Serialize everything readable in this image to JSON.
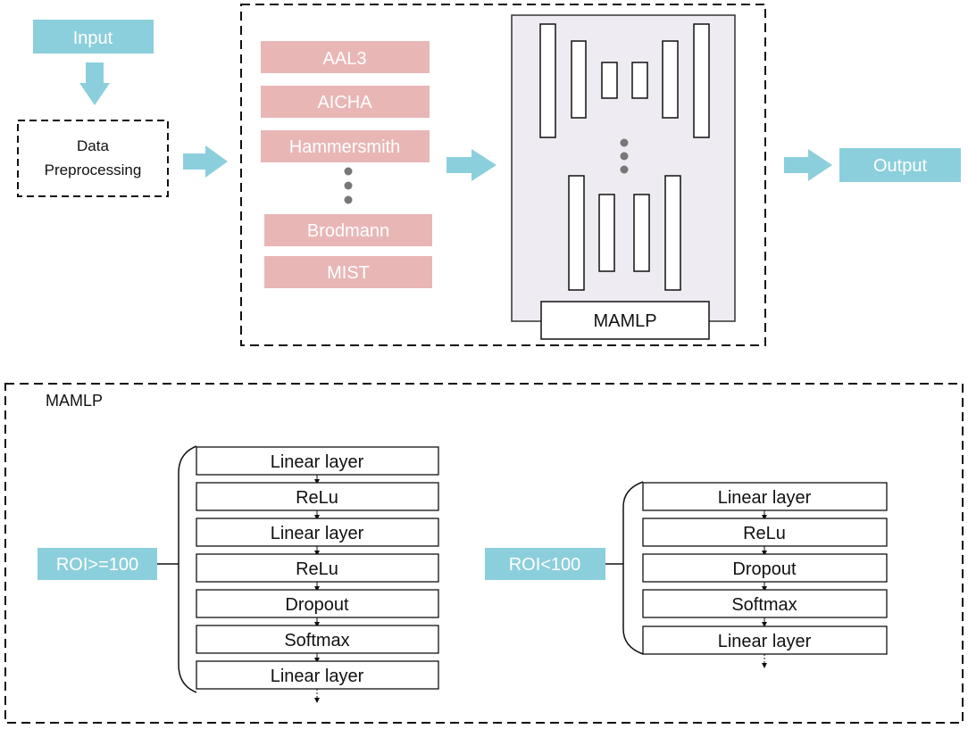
{
  "colors": {
    "teal": "#8ccfdc",
    "pink": "#e9b6b6",
    "panel": "#eeebf2",
    "border": "#111111",
    "box_text": "#111111",
    "label_text": "#ffffff"
  },
  "pipeline": {
    "input_label": "Input",
    "preprocess_line1": "Data",
    "preprocess_line2": "Preprocessing",
    "atlases": [
      "AAL3",
      "AICHA",
      "Hammersmith",
      "Brodmann",
      "MIST"
    ],
    "mamlp_label": "MAMLP",
    "output_label": "Output"
  },
  "detail": {
    "title": "MAMLP",
    "left_condition": "ROI>=100",
    "right_condition": "ROI<100",
    "left_layers": [
      "Linear layer",
      "ReLu",
      "Linear layer",
      "ReLu",
      "Dropout",
      "Softmax",
      "Linear layer"
    ],
    "right_layers": [
      "Linear layer",
      "ReLu",
      "Dropout",
      "Softmax",
      "Linear layer"
    ]
  }
}
